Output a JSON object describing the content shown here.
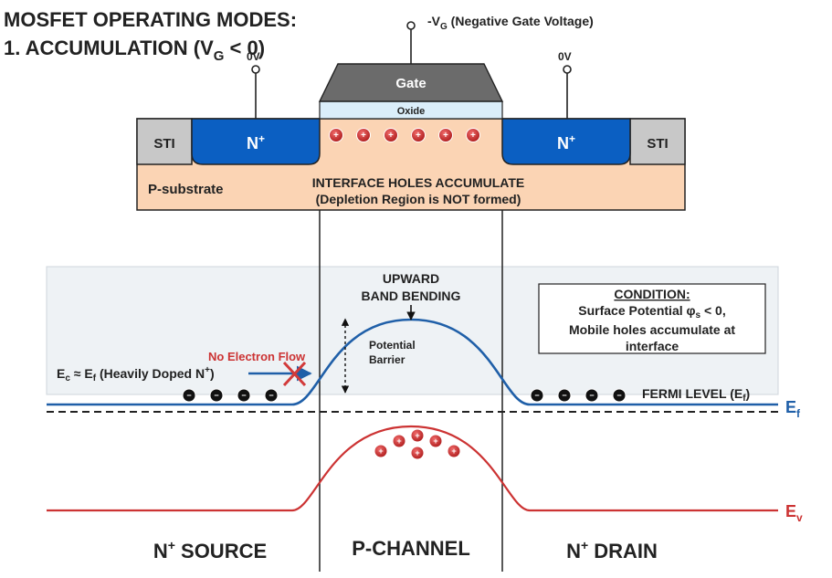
{
  "title": {
    "line1": "MOSFET OPERATING MODES:",
    "line2_prefix": "1. ACCUMULATION (V",
    "line2_sub": "G",
    "line2_suffix": " < 0)",
    "overlap_label": "0V"
  },
  "gate_terminal": {
    "label_prefix": "-V",
    "label_sub": "G",
    "label_suffix": " (Negative Gate Voltage)"
  },
  "drain_terminal": {
    "label": "0V"
  },
  "device": {
    "gate": "Gate",
    "oxide": "Oxide",
    "sti_left": "STI",
    "sti_right": "STI",
    "source_region": {
      "base": "N",
      "sup": "+"
    },
    "drain_region": {
      "base": "N",
      "sup": "+"
    },
    "substrate": "P-substrate",
    "interface_line1": "INTERFACE HOLES ACCUMULATE",
    "interface_line2": "(Depletion Region is NOT formed)",
    "hole_symbol": "+",
    "interface_hole_count": 6
  },
  "band_diagram": {
    "upward_line1": "UPWARD",
    "upward_line2": "BAND BENDING",
    "condition_title": "CONDITION:",
    "condition_line1_prefix": "Surface Potential φ",
    "condition_line1_sub": "s",
    "condition_line1_suffix": " < 0,",
    "condition_line2": "Mobile holes accumulate at",
    "condition_line3": "interface",
    "potential_barrier_line1": "Potential",
    "potential_barrier_line2": "Barrier",
    "no_flow": "No Electron Flow",
    "ec_ef_prefix": "E",
    "ec_ef_sub": "c",
    "ec_ef_mid": " ≈ E",
    "ec_ef_sub2": "f",
    "ec_ef_suffix": " (Heavily Doped N",
    "ec_ef_sup": "+",
    "ec_ef_end": ")",
    "fermi_level_prefix": "FERMI LEVEL (E",
    "fermi_level_sub": "f",
    "fermi_level_suffix": ")",
    "ef_label": "E",
    "ef_sub": "f",
    "ev_label": "E",
    "ev_sub": "v",
    "electron_symbol": "−",
    "left_electron_count": 4,
    "right_electron_count": 4,
    "valence_hole_count": 6
  },
  "regions": {
    "source": {
      "base": "N",
      "sup": "+",
      "rest": " SOURCE"
    },
    "channel": "P-CHANNEL",
    "drain": {
      "base": "N",
      "sup": "+",
      "rest": " DRAIN"
    }
  },
  "colors": {
    "gate": "#6b6b6b",
    "oxide": "#dbeefa",
    "n_region": "#0b5fc2",
    "sti": "#c8c8c8",
    "substrate": "#fbd4b4",
    "hole": "#cc2a2a",
    "conduction_band": "#1f5fa8",
    "valence_band": "#cc3333",
    "panel": "#eef2f5"
  }
}
